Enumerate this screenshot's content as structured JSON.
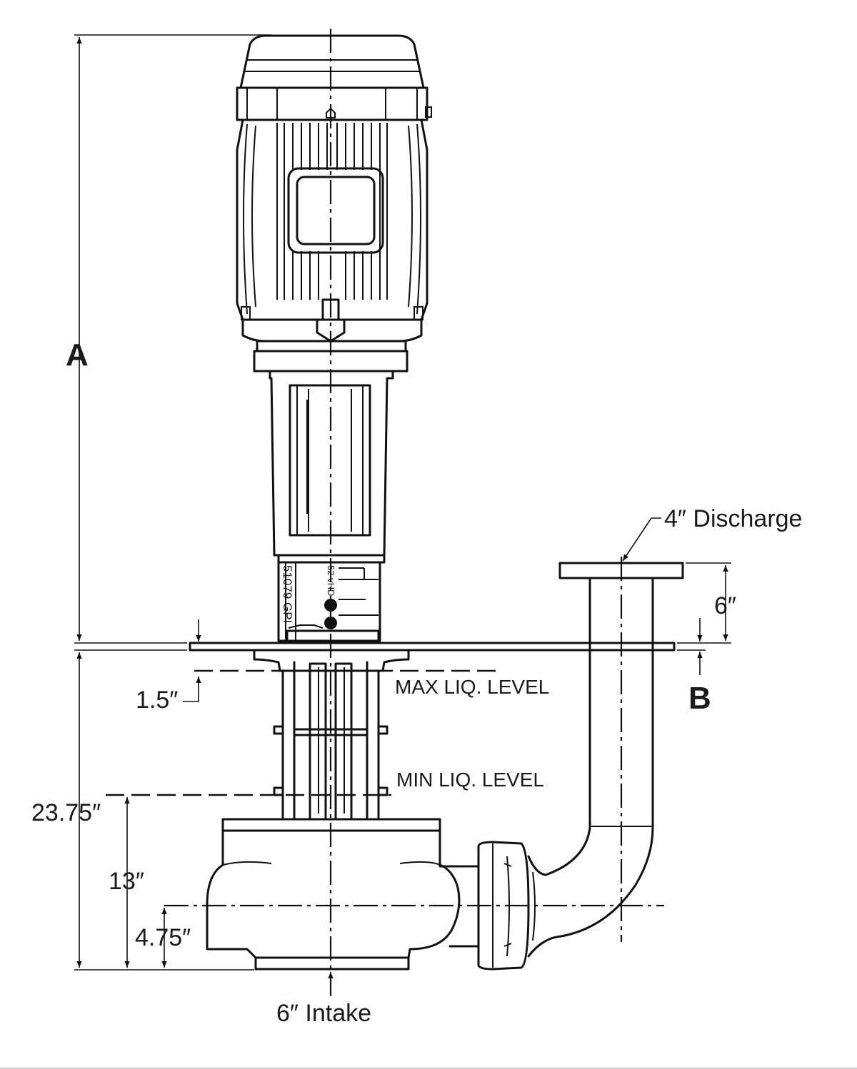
{
  "labels": {
    "dim_a": "A",
    "dim_b": "B",
    "discharge": "4″ Discharge",
    "discharge_height": "6″",
    "max_offset": "1.5″",
    "max_level": "MAX LIQ. LEVEL",
    "min_level": "MIN LIQ. LEVEL",
    "depth_total": "23.75″",
    "depth_min": "13″",
    "depth_center": "4.75″",
    "intake": "6″ Intake",
    "plate_left": "51079 GPI",
    "plate_right": "52 vHD"
  },
  "colors": {
    "line": "#111111",
    "background": "#ffffff"
  }
}
